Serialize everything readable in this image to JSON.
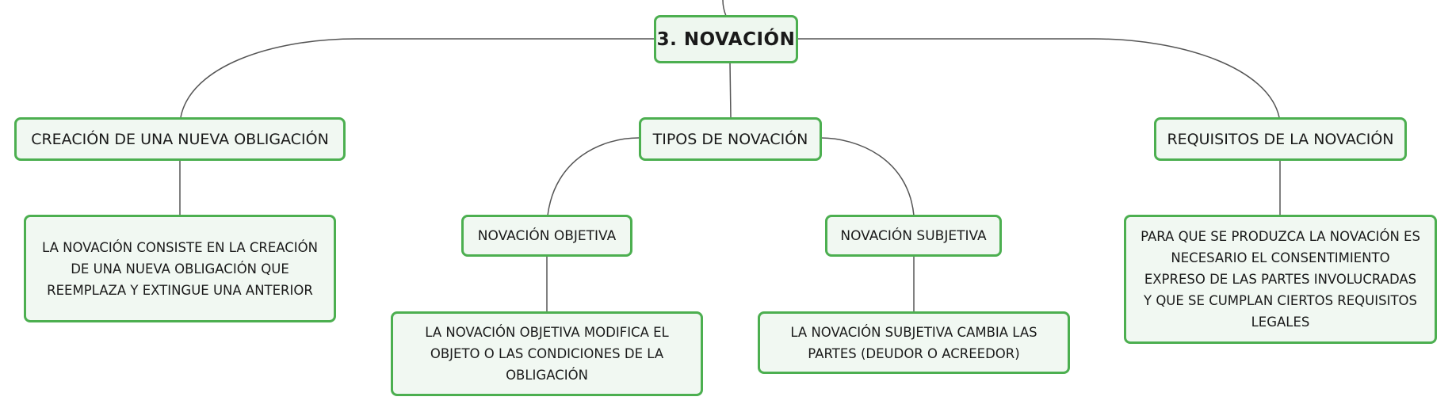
{
  "diagram": {
    "root": {
      "label": "3. NOVACIÓN"
    },
    "branches": [
      {
        "label": "CREACIÓN DE UNA NUEVA OBLIGACIÓN",
        "detail": "LA NOVACIÓN CONSISTE EN LA CREACIÓN DE UNA NUEVA OBLIGACIÓN QUE REEMPLAZA Y EXTINGUE UNA ANTERIOR"
      },
      {
        "label": "TIPOS DE NOVACIÓN",
        "children": [
          {
            "label": "NOVACIÓN OBJETIVA",
            "detail": "LA NOVACIÓN OBJETIVA MODIFICA EL OBJETO O LAS CONDICIONES DE LA OBLIGACIÓN"
          },
          {
            "label": "NOVACIÓN SUBJETIVA",
            "detail": "LA NOVACIÓN SUBJETIVA CAMBIA LAS PARTES (DEUDOR O ACREEDOR)"
          }
        ]
      },
      {
        "label": "REQUISITOS DE LA NOVACIÓN",
        "detail": "PARA QUE SE PRODUZCA LA NOVACIÓN ES NECESARIO EL CONSENTIMIENTO EXPRESO DE LAS PARTES INVOLUCRADAS Y QUE SE CUMPLAN CIERTOS REQUISITOS LEGALES"
      }
    ]
  },
  "colors": {
    "node_border": "#4caf50",
    "node_fill": "#f1f8f2",
    "connector": "#555555",
    "text": "#1a1a1a"
  }
}
